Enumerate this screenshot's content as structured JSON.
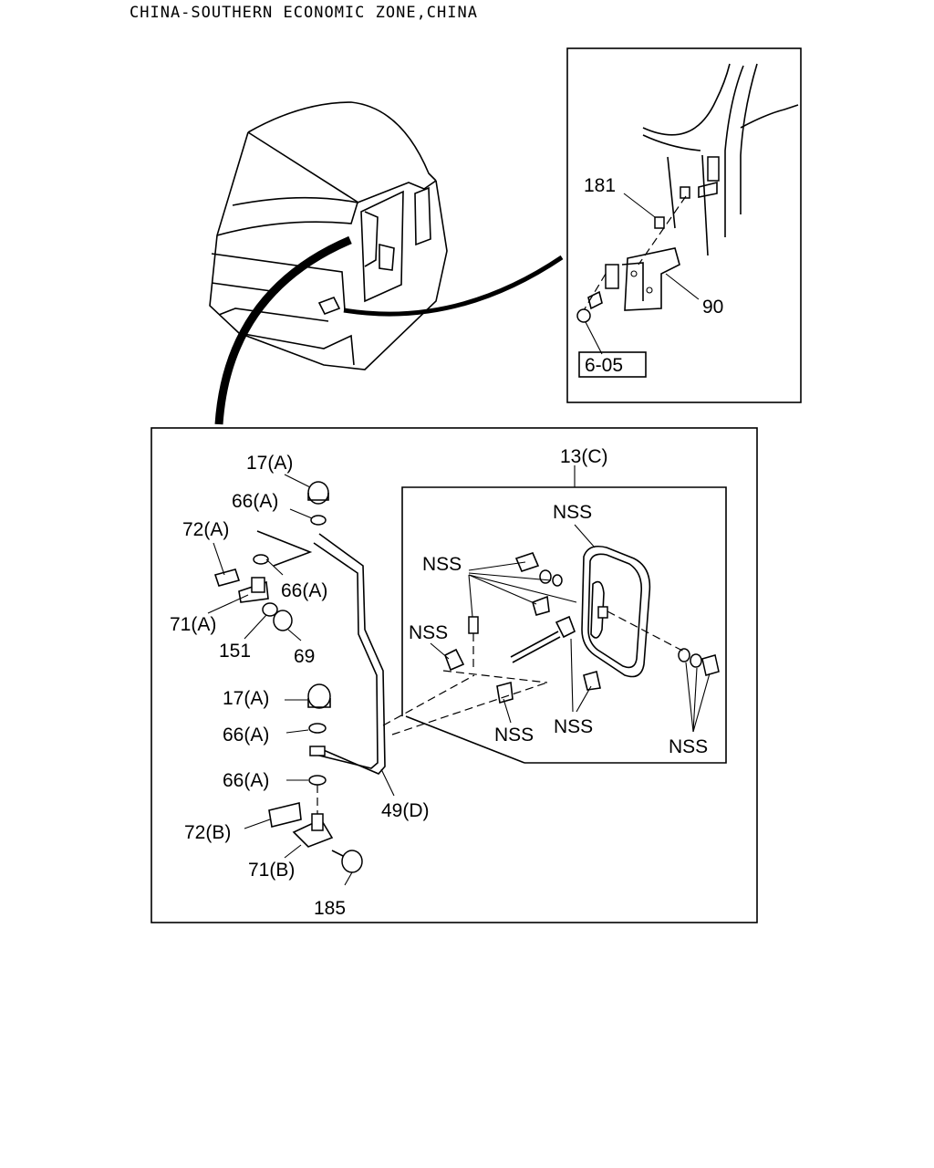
{
  "header": {
    "title": "CHINA-SOUTHERN ECONOMIC ZONE,CHINA"
  },
  "detail_box": {
    "labels": {
      "p181": "181",
      "p90": "90",
      "p605": "6-05"
    }
  },
  "main_box": {
    "labels": {
      "p17a_top": "17(A)",
      "p66a_1": "66(A)",
      "p72a": "72(A)",
      "p66a_2": "66(A)",
      "p71a": "71(A)",
      "p151": "151",
      "p69": "69",
      "p17a_mid": "17(A)",
      "p66a_3": "66(A)",
      "p66a_4": "66(A)",
      "p72b": "72(B)",
      "p71b": "71(B)",
      "p185": "185",
      "p49d": "49(D)"
    }
  },
  "mirror_box": {
    "labels": {
      "p13c": "13(C)",
      "nss_top": "NSS",
      "nss_bolt": "NSS",
      "nss_left": "NSS",
      "nss_bottom_left": "NSS",
      "nss_bottom_mid": "NSS",
      "nss_bottom_right": "NSS"
    }
  }
}
